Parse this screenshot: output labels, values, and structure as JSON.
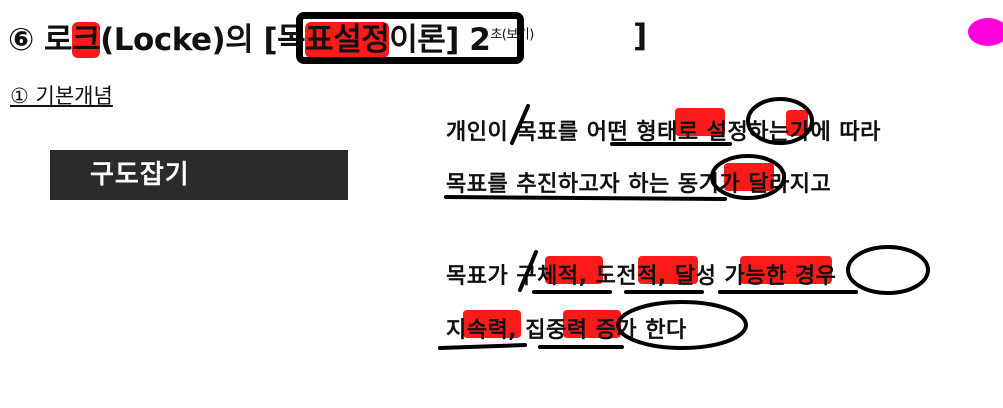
{
  "header": {
    "circled_number": "⑥",
    "title_pre": " 로",
    "title_hl1": "크",
    "title_mid": "(Locke)의 [목",
    "title_hl2": "표설정",
    "title_post": "이론] 2",
    "title_sup": "초(보기)",
    "bracket_close": "]"
  },
  "subheading": "① 기본개념",
  "banner_text": "구도잡기",
  "body_lines": [
    "개인이 목표를 어떤 형태로 설정하는가에 따라",
    "목표를 추진하고자 하는 동기가 달라지고",
    "목표가 구체적, 도전적, 달성 가능한 경우",
    "지속력, 집중력 증가 한다"
  ],
  "colors": {
    "highlight": "#ff1a1a",
    "pink": "#ff00dd",
    "ink": "#000000"
  }
}
